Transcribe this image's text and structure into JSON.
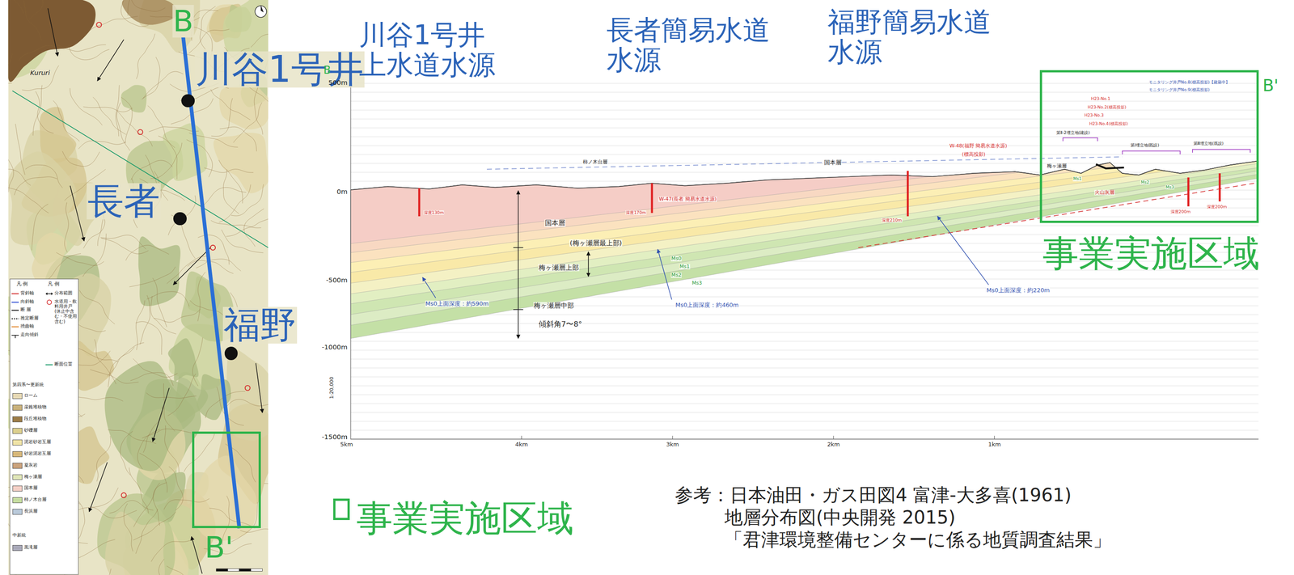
{
  "diagram": {
    "nodes": [
      {
        "text": [
          "川谷1号井"
        ]
      },
      {
        "text": [
          "長者"
        ]
      },
      {
        "text": [
          "福野"
        ]
      },
      {
        "text": [
          "B'"
        ]
      },
      {
        "text": [
          "事業実施区域"
        ]
      }
    ],
    "labels": [
      "B",
      "Kururi",
      "凡 例",
      "凡 例",
      "第四系〜更新統",
      "中新統",
      "B",
      "500m",
      "0m",
      "-500m",
      "-1000m",
      "-1500m",
      "1:20,000",
      "5km",
      "4km",
      "3km",
      "2km",
      "1km",
      "川谷1号井 上水道水源",
      "長者簡易水道 水源",
      "福野簡易水道 水源",
      "B'",
      "柿ノ木台層",
      "国本層",
      "梅ヶ瀬層",
      "W-47(長者 簡易水道水源)",
      "W-48(福野 簡易水道水源)",
      "(標高投影)",
      "深度130m",
      "深度170m",
      "深度210m",
      "深度200m",
      "深度200m",
      "国本層",
      "(梅ヶ瀬層最上部)",
      "梅ヶ瀬層上部",
      "梅ヶ瀬層中部",
      "傾斜角7〜8°",
      "Ms0",
      "Ms1",
      "Ms2",
      "Ms3",
      "Ms0上面深度：約590m",
      "Ms0上面深度：約460m",
      "Ms0上面深度：約220m",
      "火山灰層",
      "モニタリング井戸No.8(標高投影)【建築中】",
      "モニタリング井戸No.9(標高投影)",
      "H23-No.1",
      "H23-No.2(標高投影)",
      "H23-No.3",
      "H23-No.4(標高投影)",
      "第Ⅱ-2埋立地(建設)",
      "第Ⅰ埋立地(既設)",
      "第Ⅲ埋立地(既設)",
      "Ms1",
      "Ms2",
      "Ms3",
      "参考：日本油田・ガス田図4 富津-大多喜(1961)",
      "地層分布図(中央開発 2015)",
      "「君津環境整備センターに係る地質調査結果」"
    ],
    "legend": [
      {
        "text": "背斜軸"
      },
      {
        "text": "向斜軸"
      },
      {
        "text": "断 層"
      },
      {
        "text": "推定断層"
      },
      {
        "text": "撓曲軸"
      },
      {
        "text": "走向傾斜"
      },
      {
        "text": "分布範囲"
      },
      {
        "text": "水道用・飲料用井戸(休止中含む・不使用含む)"
      },
      {
        "text": "断面位置"
      },
      {
        "text": "ローム",
        "color": "#e7d9b4"
      },
      {
        "text": "崖錐堆積物",
        "color": "#c8b07a"
      },
      {
        "text": "段丘堆積物",
        "color": "#9c7c48"
      },
      {
        "text": "砂礫層",
        "color": "#dccf8e"
      },
      {
        "text": "泥岩砂岩互層",
        "color": "#efe3a6"
      },
      {
        "text": "砂岩泥岩互層",
        "color": "#d6b77a"
      },
      {
        "text": "凝灰岩",
        "color": "#caa27c"
      },
      {
        "text": "梅ヶ瀬層",
        "color": "#e0e6b8"
      },
      {
        "text": "国本層",
        "color": "#f3cfc6"
      },
      {
        "text": "柿ノ木台層",
        "color": "#c5dca0"
      },
      {
        "text": "長浜層",
        "color": "#b9c9d9"
      },
      {
        "text": "黒滝層",
        "color": "#a8a8b8"
      },
      {
        "text": "事業実施区域"
      }
    ]
  }
}
